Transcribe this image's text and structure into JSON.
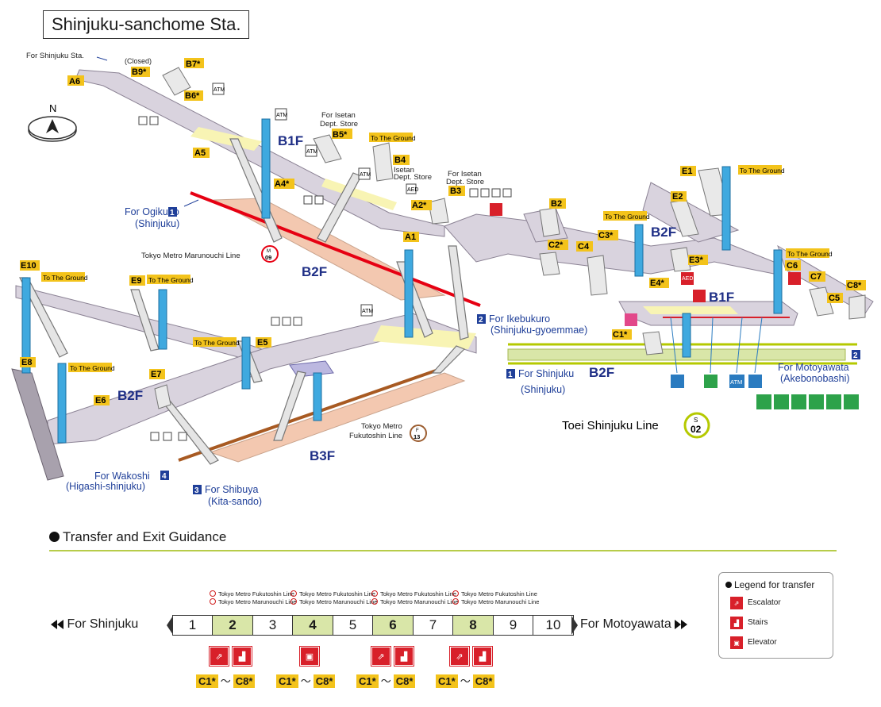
{
  "station": {
    "title": "Shinjuku-sanchome Sta."
  },
  "compass": {
    "label": "N"
  },
  "floors": {
    "b1f_west": "B1F",
    "b2f_west": "B2F",
    "b2f_ne": "B2F",
    "b1f_east": "B1F",
    "b2f_toei": "B2F",
    "b2f_fukutoshin": "B2F",
    "b3f": "B3F"
  },
  "lines": {
    "marunouchi": {
      "name": "Tokyo Metro Marunouchi Line",
      "code": "M",
      "num": "09",
      "color": "#e60012"
    },
    "fukutoshin": {
      "name_1": "Tokyo Metro",
      "name_2": "Fukutoshin Line",
      "code": "F",
      "num": "13",
      "color": "#9c5e31"
    },
    "toei": {
      "name": "Toei Shinjuku Line",
      "code": "S",
      "num": "02",
      "color": "#b5c900"
    }
  },
  "directions": {
    "shinjuku_sta": "For Shinjuku Sta.",
    "ogikubo": {
      "label": "For Ogikubo",
      "num": "1",
      "sub": "(Shinjuku)"
    },
    "ikebukuro": {
      "label": "For Ikebukuro",
      "num": "2",
      "sub": "(Shinjuku-gyoemmae)"
    },
    "wakoshi": {
      "label": "For Wakoshi",
      "num": "4",
      "sub": "(Higashi-shinjuku)"
    },
    "shibuya": {
      "label": "For Shibuya",
      "num": "3",
      "sub": "(Kita-sando)"
    },
    "toei_shinjuku": {
      "label": "For Shinjuku",
      "num": "1",
      "sub": "(Shinjuku)"
    },
    "motoyawata": {
      "label": "For Motoyawata",
      "num": "2",
      "sub": "(Akebonobashi)"
    },
    "isetan_1": "For Isetan",
    "isetan_2": "Dept. Store",
    "isetan_3": "For Isetan",
    "isetan_4": "Dept. Store",
    "isetan_5": "Isetan",
    "isetan_6": "Dept. Store"
  },
  "exits": [
    "A6",
    "(Closed)",
    "B9*",
    "B7*",
    "B6*",
    "A5",
    "B5*",
    "B4",
    "A4*",
    "A2*",
    "B3",
    "A1",
    "B2",
    "C2*",
    "C4",
    "C3*",
    "E1",
    "E2",
    "E3*",
    "E4*",
    "C6",
    "C7",
    "C5",
    "C8*",
    "C1*",
    "E10",
    "E9",
    "E5",
    "E8",
    "E7",
    "E6"
  ],
  "to_ground": "To The Ground",
  "facility_labels": {
    "atm": "ATM",
    "aed": "AED"
  },
  "guide": {
    "title": "Transfer and Exit Guidance",
    "left_dir": "For Shinjuku",
    "right_dir": "For Motoyawata",
    "cars": [
      "1",
      "2",
      "3",
      "4",
      "5",
      "6",
      "7",
      "8",
      "9",
      "10"
    ],
    "highlight": [
      "2",
      "4",
      "6",
      "8"
    ],
    "note_line_1": "Tokyo Metro Fukutoshin Line",
    "note_line_2": "Tokyo Metro Marunouchi Line",
    "exit_from": "C1*",
    "tilde": "～",
    "exit_to": "C8*"
  },
  "legend": {
    "title": "Legend for transfer",
    "items": [
      "Escalator",
      "Stairs",
      "Elevator"
    ]
  },
  "colors": {
    "exit_tag": "#f3c31b",
    "concourse": "#d9d3de",
    "platform_b2": "#f3c8b0",
    "platform_toei": "#d9e6a8",
    "pillar": "#3fa9df",
    "blue_text": "#1f2f86"
  }
}
